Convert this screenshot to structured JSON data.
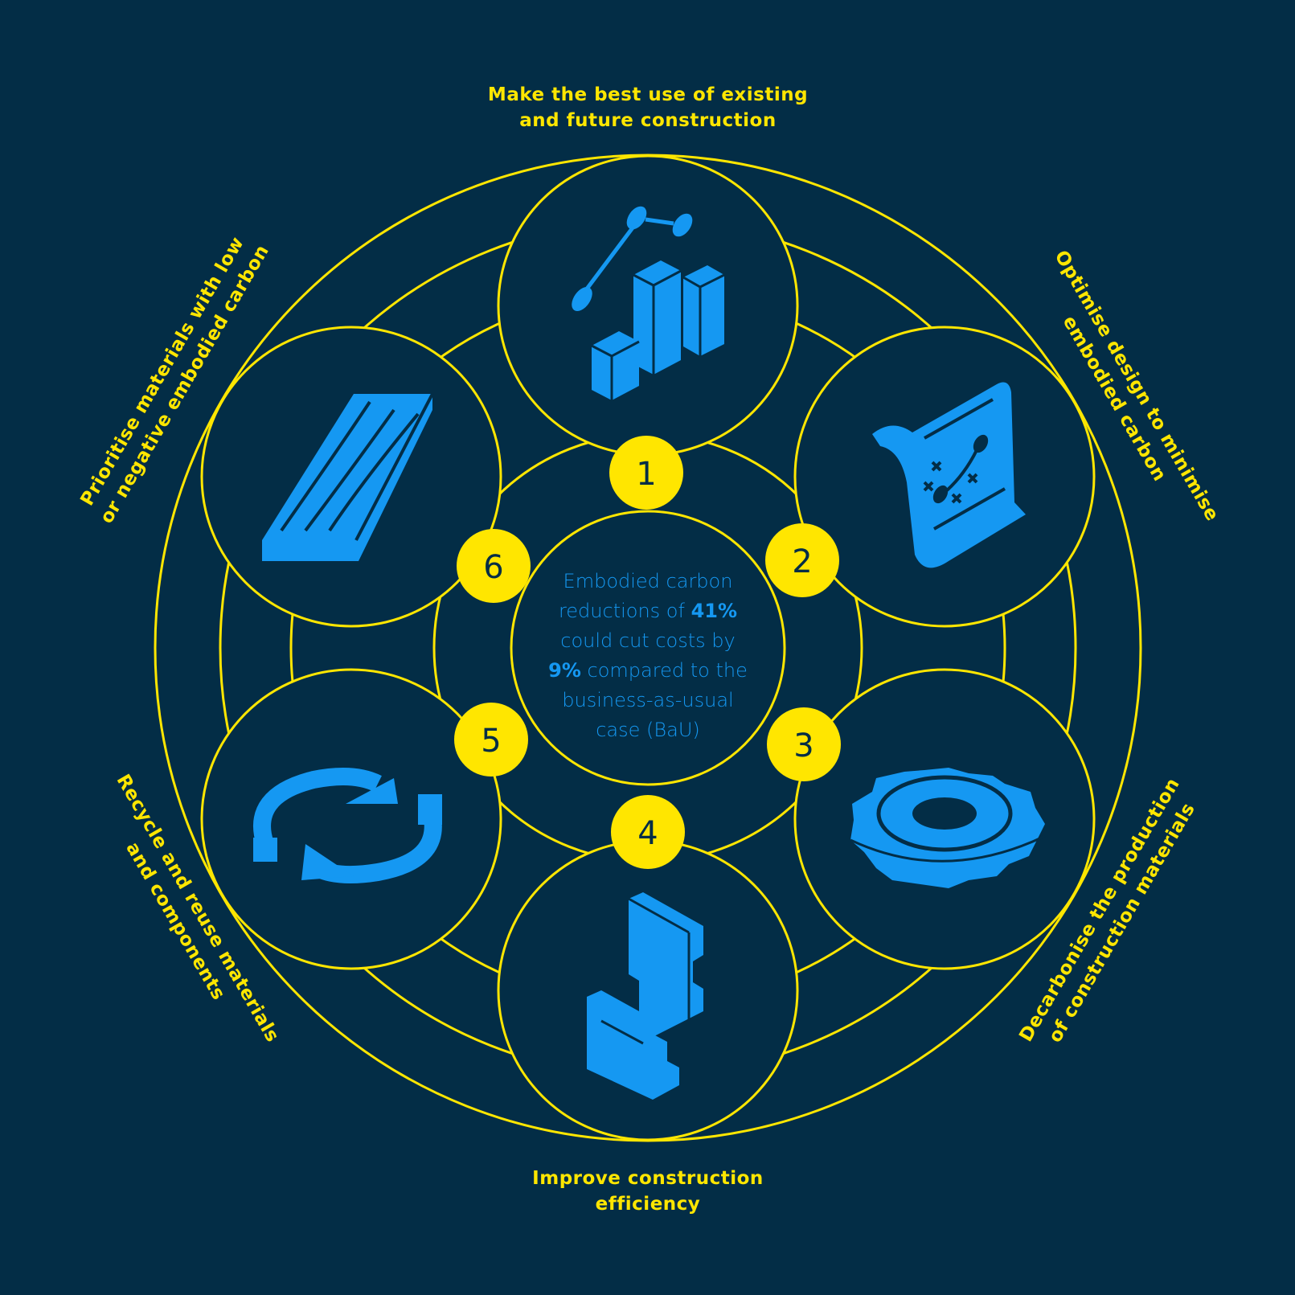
{
  "colors": {
    "background": "#032d46",
    "ring": "#ffe600",
    "icon": "#1598f2"
  },
  "center": {
    "line1": "Embodied carbon",
    "line2_pre": "reductions of ",
    "line2_bold": "41%",
    "line3": "could cut costs by",
    "line4_bold": "9%",
    "line4_post": " compared to the",
    "line5": "business-as-usual",
    "line6": "case (BaU)"
  },
  "steps": [
    {
      "number": "1",
      "label_lines": [
        "Make the best use of existing",
        "and future construction"
      ],
      "icon": "bar-chart-icon"
    },
    {
      "number": "2",
      "label_lines": [
        "Optimise design to minimise",
        "embodied carbon"
      ],
      "icon": "design-scroll-icon"
    },
    {
      "number": "3",
      "label_lines": [
        "Decarbonise the production",
        "of construction materials"
      ],
      "icon": "gear-icon"
    },
    {
      "number": "4",
      "label_lines": [
        "Improve construction",
        "efficiency"
      ],
      "icon": "puzzle-pieces-icon"
    },
    {
      "number": "5",
      "label_lines": [
        "Recycle and reuse materials",
        "and components"
      ],
      "icon": "recycle-arrows-icon"
    },
    {
      "number": "6",
      "label_lines": [
        "Prioritise materials with low",
        "or negative embodied carbon"
      ],
      "icon": "timber-plank-icon"
    }
  ]
}
